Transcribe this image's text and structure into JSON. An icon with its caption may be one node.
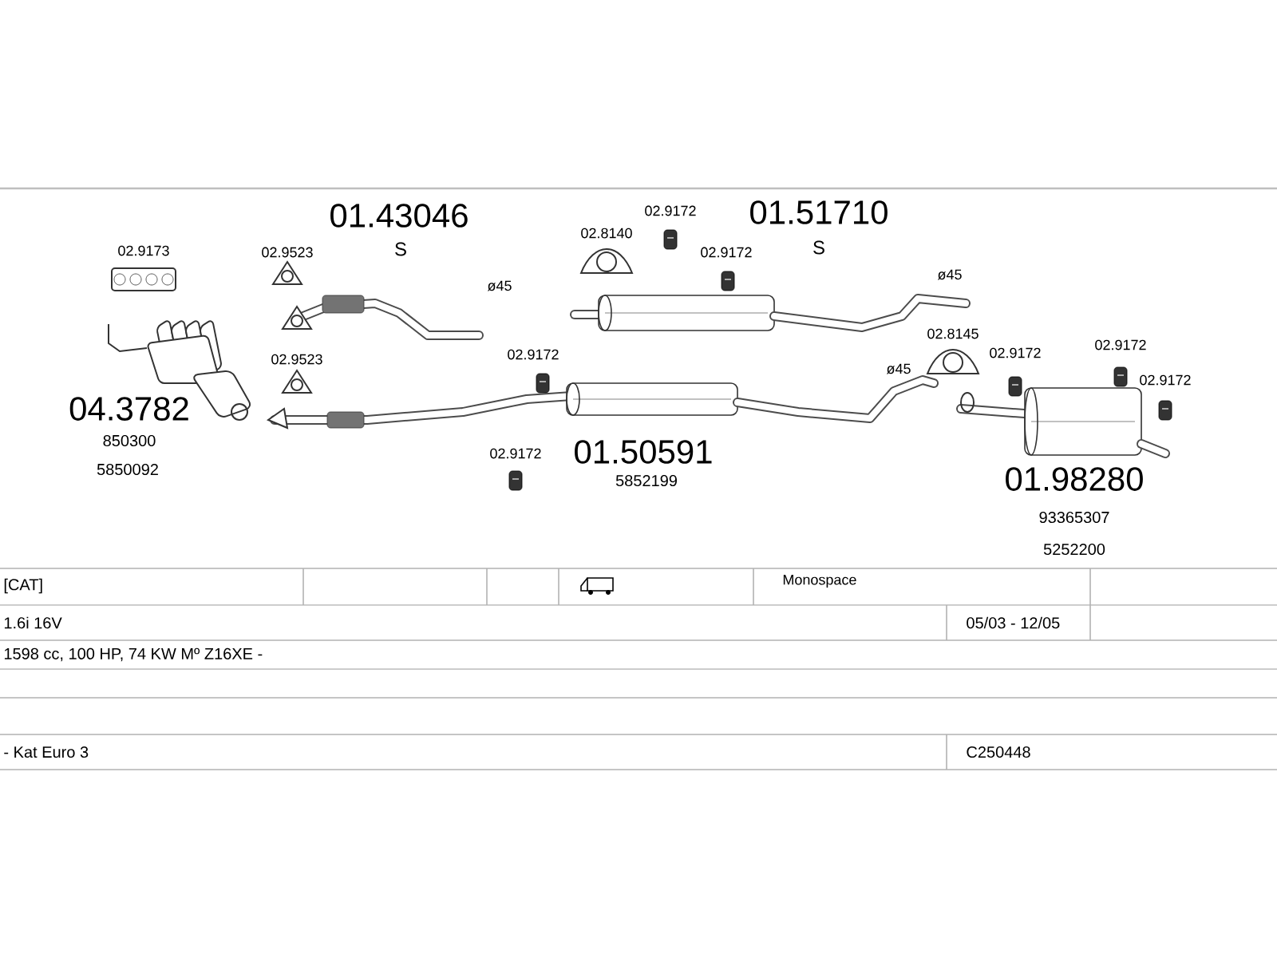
{
  "diagram": {
    "labels": [
      "01.43046",
      "02.8140",
      "02.9172",
      "01.51710",
      "02.9173",
      "02.9523",
      "S",
      "02.9172",
      "S",
      "ø45",
      "ø45",
      "02.9523",
      "02.9172",
      "ø45",
      "02.8145",
      "02.9172",
      "02.9172",
      "02.9172",
      "04.3782",
      "850300",
      "5850092",
      "02.9172",
      "01.50591",
      "5852199",
      "01.98280",
      "93365307",
      "5252200",
      "[CAT]",
      "Monospace",
      "1.6i 16V",
      "05/03 - 12/05",
      "1598 cc, 100 HP, 74 KW Mº Z16XE -",
      "- Kat Euro 3",
      "C250448"
    ]
  }
}
